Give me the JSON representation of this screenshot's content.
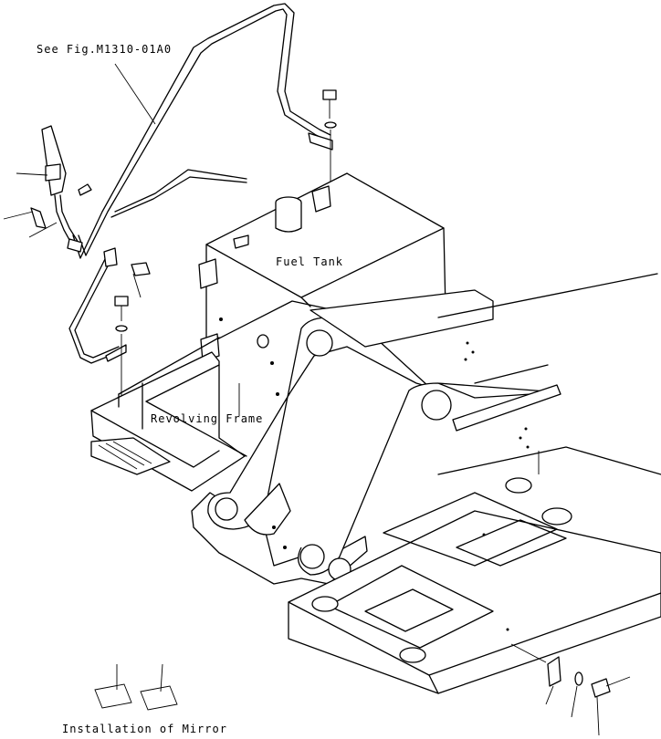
{
  "labels": {
    "see_fig": "See Fig.M1310-01A0",
    "fuel_tank": "Fuel Tank",
    "revolving_frame": "Revolving Frame",
    "installation_of_mirror": "Installation of Mirror"
  }
}
